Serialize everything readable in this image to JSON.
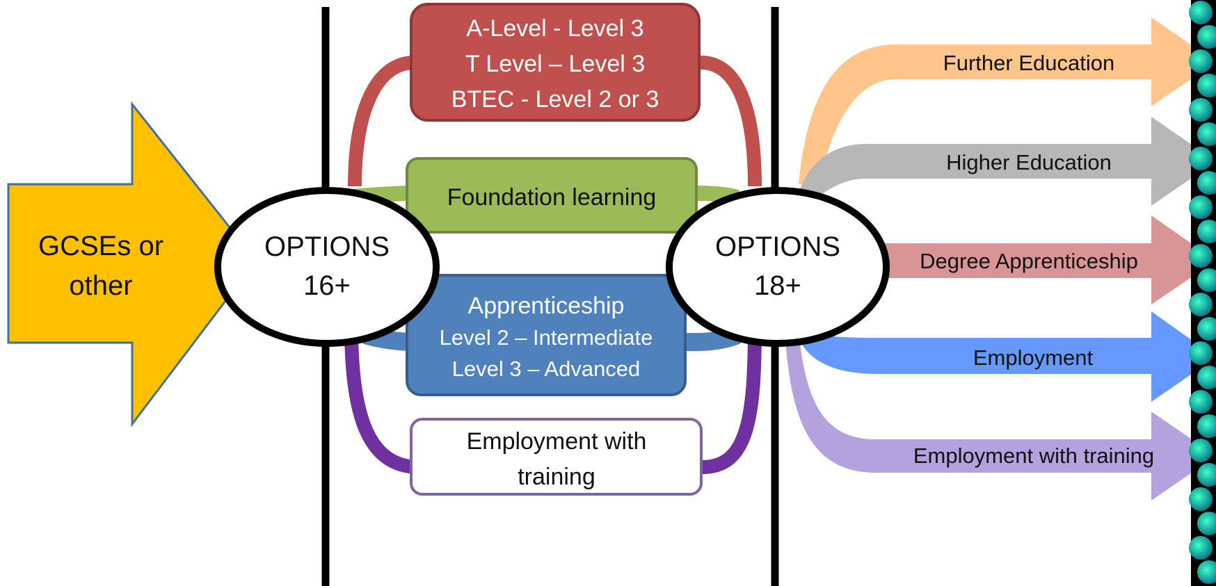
{
  "start_arrow": {
    "line1": "GCSEs or",
    "line2": "other",
    "fill": "#FFC000",
    "stroke": "#41719C"
  },
  "options_16": {
    "line1": "OPTIONS",
    "line2": "16+"
  },
  "options_18": {
    "line1": "OPTIONS",
    "line2": "18+"
  },
  "boxes": [
    {
      "id": "alevel",
      "lines": [
        "A-Level - Level 3",
        "T Level – Level 3",
        "BTEC - Level 2 or 3"
      ],
      "fill": "#C0504D",
      "stroke": "#8C3836",
      "text_color": "#ffffff"
    },
    {
      "id": "foundation",
      "lines": [
        "Foundation learning"
      ],
      "fill": "#9BBB59",
      "stroke": "#71893F",
      "text_color": "#111111"
    },
    {
      "id": "apprenticeship",
      "lines": [
        "Apprenticeship",
        "Level 2 – Intermediate",
        "Level 3 – Advanced"
      ],
      "fill": "#4F81BD",
      "stroke": "#385D8A",
      "text_color": "#ffffff"
    },
    {
      "id": "employment_training",
      "lines": [
        "Employment with",
        "training"
      ],
      "fill": "#ffffff",
      "stroke": "#8064A2",
      "text_color": "#111111"
    }
  ],
  "routes": [
    {
      "label": "Further Education",
      "color": "#FFC58A"
    },
    {
      "label": "Higher Education",
      "color": "#B7B7B7"
    },
    {
      "label": "Degree Apprenticeship",
      "color": "#D99595"
    },
    {
      "label": "Employment",
      "color": "#6699FF"
    },
    {
      "label": "Employment with training",
      "color": "#B3A2DE"
    }
  ],
  "loop_colors": {
    "top": "#C0504D",
    "green": "#9BBB59",
    "blue": "#4F81BD",
    "purple": "#7030A0"
  }
}
